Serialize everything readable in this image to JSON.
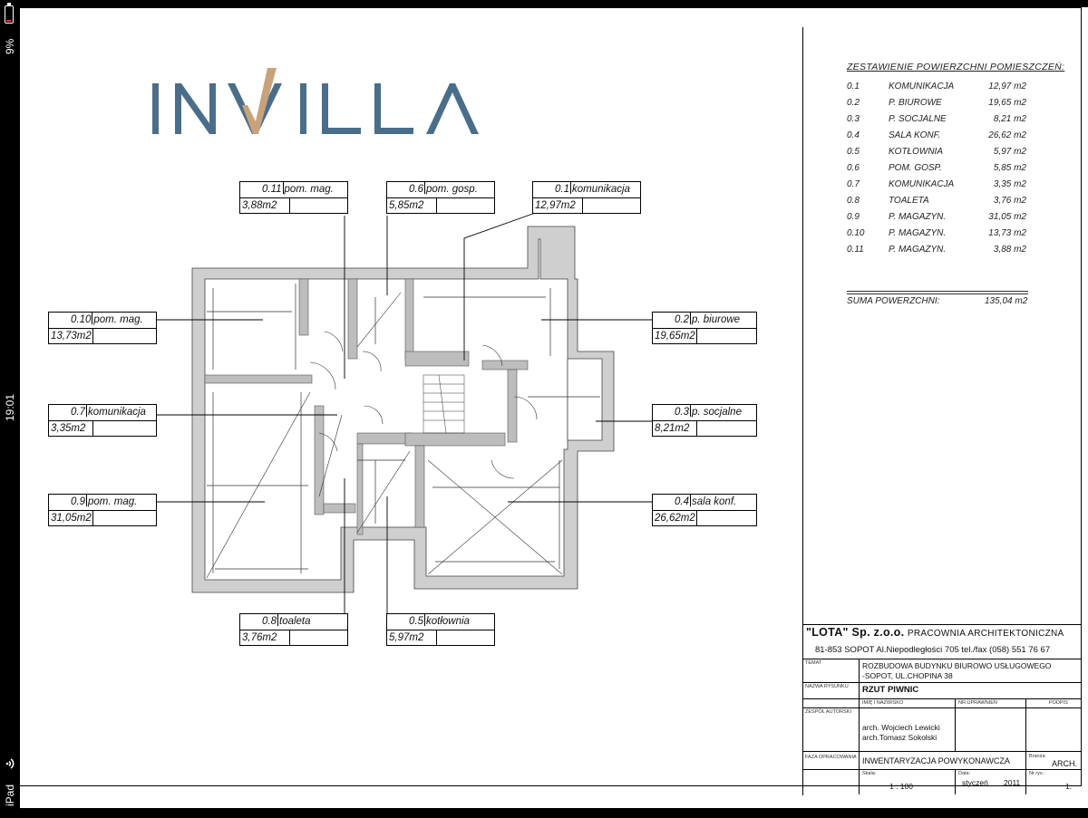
{
  "status_bar": {
    "battery": "9%",
    "time": "19:01",
    "device": "iPad"
  },
  "logo": {
    "text": "INVILLA",
    "colors": {
      "main": "#4a6e8a",
      "accent": "#c8a27a"
    }
  },
  "summary": {
    "heading": "ZESTAWIENIE POWIERZCHNI POMIESZCZEŃ:",
    "rows": [
      {
        "num": "0.1",
        "name": "KOMUNIKACJA",
        "area": "12,97 m2"
      },
      {
        "num": "0.2",
        "name": "P. BIUROWE",
        "area": "19,65 m2"
      },
      {
        "num": "0.3",
        "name": "P. SOCJALNE",
        "area": "8,21 m2"
      },
      {
        "num": "0.4",
        "name": "SALA KONF.",
        "area": "26,62 m2"
      },
      {
        "num": "0.5",
        "name": "KOTŁOWNIA",
        "area": "5,97 m2"
      },
      {
        "num": "0.6",
        "name": "POM. GOSP.",
        "area": "5,85 m2"
      },
      {
        "num": "0.7",
        "name": "KOMUNIKACJA",
        "area": "3,35 m2"
      },
      {
        "num": "0.8",
        "name": "TOALETA",
        "area": "3,76 m2"
      },
      {
        "num": "0.9",
        "name": "P. MAGAZYN.",
        "area": "31,05 m2"
      },
      {
        "num": "0.10",
        "name": "P. MAGAZYN.",
        "area": "13,73 m2"
      },
      {
        "num": "0.11",
        "name": "P. MAGAZYN.",
        "area": "3,88 m2"
      }
    ],
    "total_label": "SUMA POWERZCHNI:",
    "total_value": "135,04 m2"
  },
  "room_labels": {
    "r011": {
      "num": "0.11",
      "name": "pom. mag.",
      "area": "3,88m2"
    },
    "r06": {
      "num": "0.6",
      "name": "pom. gosp.",
      "area": "5,85m2"
    },
    "r01": {
      "num": "0.1",
      "name": "komunikacja",
      "area": "12,97m2"
    },
    "r010": {
      "num": "0.10",
      "name": "pom. mag.",
      "area": "13,73m2"
    },
    "r02": {
      "num": "0.2",
      "name": "p. biurowe",
      "area": "19,65m2"
    },
    "r07": {
      "num": "0.7",
      "name": "komunikacja",
      "area": "3,35m2"
    },
    "r03": {
      "num": "0.3",
      "name": "p. socjalne",
      "area": "8,21m2"
    },
    "r09": {
      "num": "0.9",
      "name": "pom. mag.",
      "area": "31,05m2"
    },
    "r04": {
      "num": "0.4",
      "name": "sala konf.",
      "area": "26,62m2"
    },
    "r08": {
      "num": "0.8",
      "name": "toaleta",
      "area": "3,76m2"
    },
    "r05": {
      "num": "0.5",
      "name": "kotłownia",
      "area": "5,97m2"
    }
  },
  "title_block": {
    "firm": "\"LOTA\" Sp. z.o.o.",
    "firm_desc": "PRACOWNIA ARCHITEKTONICZNA",
    "address": "81-853 SOPOT  Al.Niepodległości 705 tel./fax (058) 551 76 67",
    "temat_label": "TEMAT",
    "temat_1": "ROZBUDOWA BUDYNKU  BIUROWO USŁUGOWEGO",
    "temat_2": "-SOPOT, UL.CHOPINA 38",
    "nazwa_label": "NAZWA RYSUNKU",
    "nazwa": "RZUT PIWNIC",
    "imie_label": "IMIĘ I NAZWISKO",
    "upr_label": "NR UPRAWNIEŃ",
    "podpis_label": "PODPIS",
    "zespol_label": "ZESPÓŁ AUTORSKI",
    "author_1": "arch. Wojciech Lewicki",
    "author_2": "arch.Tomasz Sokolski",
    "faza_label": "FAZA OPRACOWANIA",
    "faza": "INWENTARYZACJA POWYKONAWCZA",
    "branza_label": "Branża:",
    "branza": "ARCH.",
    "skala_label": "Skala:",
    "skala": "1 : 100",
    "data_label": "Data:",
    "data_month": "styczeń",
    "data_year": "2011",
    "nr_label": "Nr rys.:",
    "nr": "1."
  }
}
